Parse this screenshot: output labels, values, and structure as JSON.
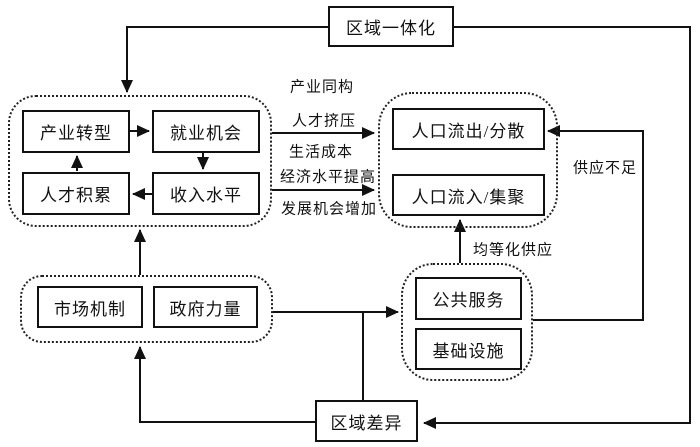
{
  "nodes": {
    "regional_integration": "区域一体化",
    "industry_transformation": "产业转型",
    "employment_opportunity": "就业机会",
    "talent_accumulation": "人才积累",
    "income_level": "收入水平",
    "population_outflow": "人口流出/分散",
    "population_inflow": "人口流入/集聚",
    "market_mechanism": "市场机制",
    "government_power": "政府力量",
    "public_service": "公共服务",
    "infrastructure": "基础设施",
    "regional_difference": "区域差异"
  },
  "edge_labels": {
    "industry_isomorphism": "产业同构",
    "talent_squeeze": "人才挤压",
    "living_cost": "生活成本",
    "economic_level_rise": "经济水平提高",
    "development_opportunity_increase": "发展机会增加",
    "insufficient_supply": "供应不足",
    "equalized_supply": "均等化供应"
  },
  "colors": {
    "line": "#111111",
    "background": "#ffffff"
  }
}
